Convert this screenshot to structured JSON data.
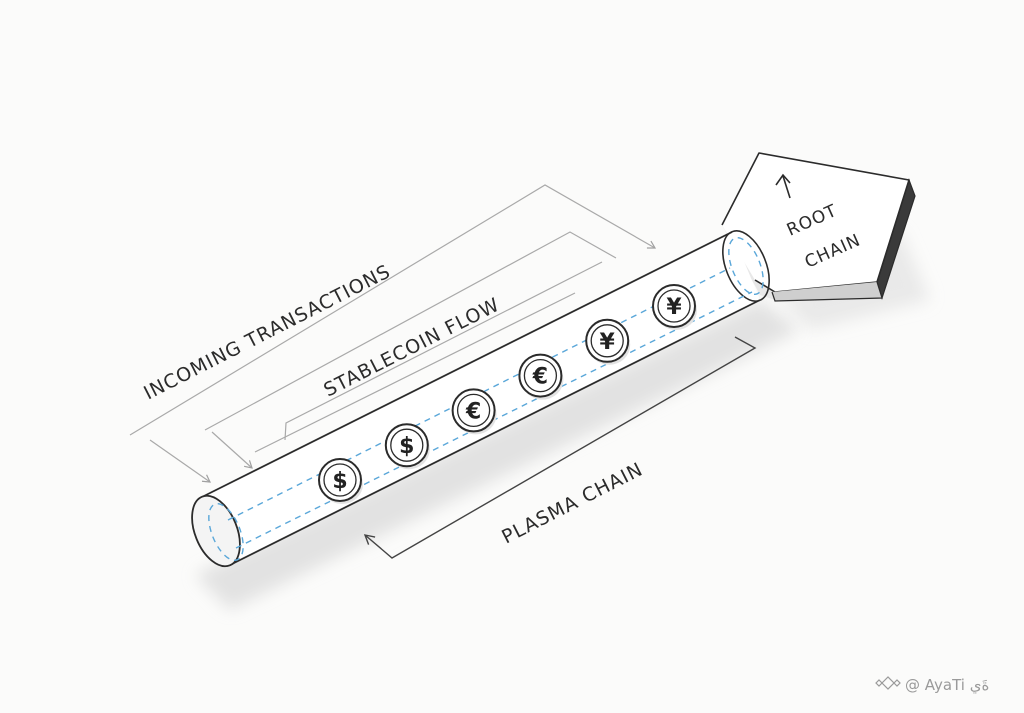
{
  "labels": {
    "incoming": "INCOMING TRANSACTIONS",
    "stablecoin": "STABLECOIN FLOW",
    "plasma": "PLASMA CHAIN",
    "root_line1": "ROOT",
    "root_line2": "CHAIN"
  },
  "coins": [
    {
      "symbol": "$"
    },
    {
      "symbol": "$"
    },
    {
      "symbol": "€"
    },
    {
      "symbol": "€"
    },
    {
      "symbol": "¥"
    },
    {
      "symbol": "¥"
    }
  ],
  "watermark": {
    "text": "@ AyaTi ةَي"
  },
  "colors": {
    "ink": "#2b2b2b",
    "guide": "#a9a9a9",
    "flow": "#5aa7d9",
    "shadow": "#d9d9d9"
  }
}
